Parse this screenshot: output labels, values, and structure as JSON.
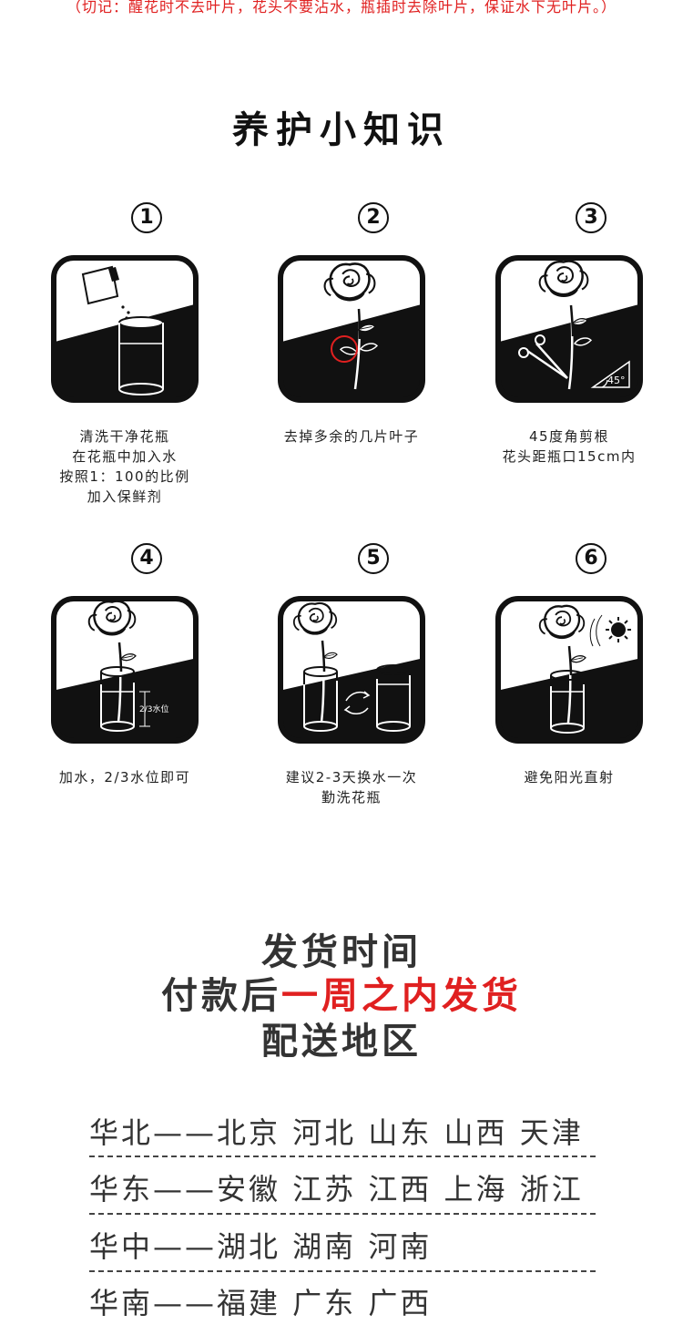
{
  "top_note": "（切记：醒花时不去叶片，花头不要沾水，瓶插时去除叶片，保证水下无叶片。）",
  "care": {
    "title": "养护小知识",
    "steps": [
      {
        "num": "1",
        "icon": "flower-food-icon",
        "lines": [
          "清洗干净花瓶",
          "在花瓶中加入水",
          "按照1：100的比例",
          "加入保鲜剂"
        ]
      },
      {
        "num": "2",
        "icon": "remove-leaves-icon",
        "lines": [
          "去掉多余的几片叶子"
        ]
      },
      {
        "num": "3",
        "icon": "cut-stem-icon",
        "angle_label": "45°",
        "lines": [
          "45度角剪根",
          "花头距瓶口15cm内"
        ]
      },
      {
        "num": "4",
        "icon": "water-level-icon",
        "level_label": "2/3水位",
        "lines": [
          "加水，2/3水位即可"
        ]
      },
      {
        "num": "5",
        "icon": "change-water-icon",
        "lines": [
          "建议2-3天换水一次",
          "勤洗花瓶"
        ]
      },
      {
        "num": "6",
        "icon": "avoid-sun-icon",
        "lines": [
          "避免阳光直射"
        ]
      }
    ]
  },
  "shipping": {
    "line1": "发货时间",
    "line2_prefix": "付款后",
    "line2_highlight": "一周之内发货",
    "line3": "配送地区"
  },
  "regions": [
    "华北——北京  河北  山东  山西  天津",
    "华东——安徽  江苏  江西  上海  浙江",
    "华中——湖北  湖南  河南",
    "华南——福建  广东  广西"
  ],
  "colors": {
    "accent": "#e02020",
    "text": "#222222",
    "icon": "#111111"
  }
}
